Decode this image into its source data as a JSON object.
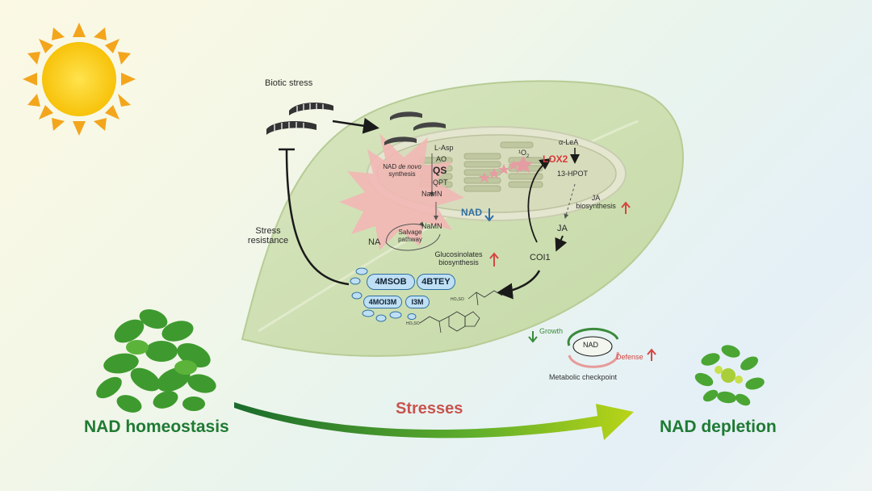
{
  "labels": {
    "biotic_stress": "Biotic stress",
    "stress_resistance_line1": "Stress",
    "stress_resistance_line2": "resistance",
    "l_asp": "L-Asp",
    "ao": "AO",
    "qs": "QS",
    "qpt": "QPT",
    "nad_de_novo_line1_a": "NAD ",
    "nad_de_novo_line1_b": "de novo",
    "nad_de_novo_line2": "synthesis",
    "namn": "NaMN",
    "namn2": "NaMN",
    "na": "NA",
    "salvage_line1": "Salvage",
    "salvage_line2": "pathway",
    "nad_down": "NAD",
    "singlet_oxygen": "¹O",
    "singlet_oxygen_sub": "2",
    "lox2": "LOX2",
    "a_lea": "α-LeA",
    "hpot": "13-HPOT",
    "ja_bio_line1": "JA",
    "ja_bio_line2": "biosynthesis",
    "ja": "JA",
    "coi1": "COI1",
    "gluc_line1": "Glucosinolates",
    "gluc_line2": "biosynthesis",
    "growth": "Growth",
    "nad_center": "NAD",
    "defense": "Defense",
    "metabolic_checkpoint": "Metabolic checkpoint",
    "stresses": "Stresses",
    "nad_homeostasis": "NAD homeostasis",
    "nad_depletion": "NAD depletion"
  },
  "metabolites": [
    "4MSOB",
    "4BTEY",
    "4MOI3M",
    "I3M"
  ],
  "colors": {
    "leaf": "#cfe0b4",
    "chloroplast": "#e6e7d2",
    "burst": "#f2b7b4",
    "green_text": "#1f7a33",
    "red_arrow": "#d64541",
    "blue_arrow": "#2f6fa3",
    "lox2_red": "#d83a3a",
    "stresses_red": "#c8544f",
    "sun_yellow": "#f7c90a",
    "sun_orange": "#f3a51c"
  },
  "icons": [
    "sun-icon",
    "caterpillar-icon",
    "plant-icon",
    "star-icon",
    "chemical-structure-icon"
  ]
}
